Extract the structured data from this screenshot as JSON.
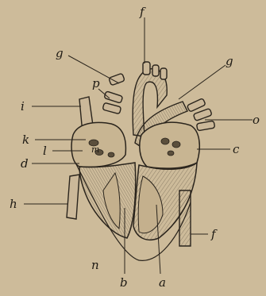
{
  "labels": {
    "f_top": "f",
    "g_left": "g",
    "g_right": "g",
    "p": "p",
    "i": "i",
    "o": "o",
    "k": "k",
    "l": "l",
    "m": "m",
    "c": "c",
    "d": "d",
    "h": "h",
    "f_bottom": "f",
    "n": "n",
    "b": "b",
    "a": "a"
  },
  "colors": {
    "paper": "#cdbb9a",
    "ink": "#2a241c"
  }
}
